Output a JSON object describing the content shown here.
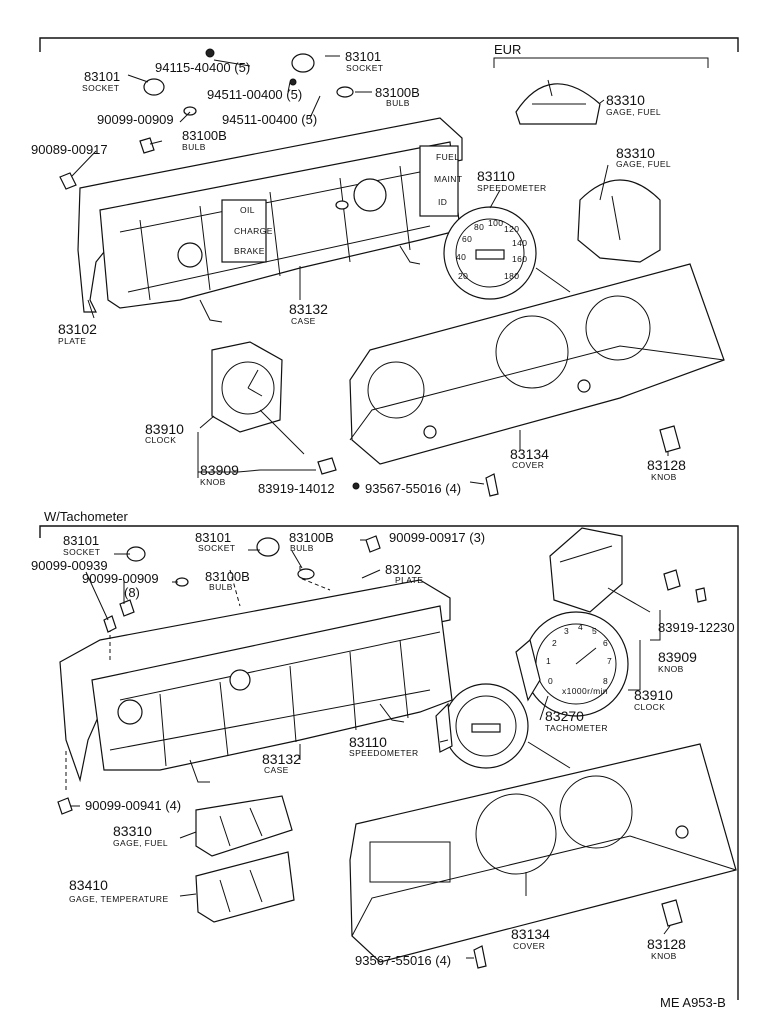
{
  "sections": {
    "top_variant": "EUR",
    "bottom_variant": "W/Tachometer"
  },
  "drawing_id": "ME A953-B",
  "top_parts": [
    {
      "key": "socket_r",
      "number": "83101",
      "caption": "SOCKET"
    },
    {
      "key": "p94115",
      "number": "94115-40400 (5)",
      "caption": ""
    },
    {
      "key": "socket_l",
      "number": "83101",
      "caption": "SOCKET"
    },
    {
      "key": "bulb_r",
      "number": "83100B",
      "caption": "BULB"
    },
    {
      "key": "p94511a",
      "number": "94511-00400 (5)",
      "caption": ""
    },
    {
      "key": "p90099_909",
      "number": "90099-00909",
      "caption": ""
    },
    {
      "key": "p94511b",
      "number": "94511-00400 (5)",
      "caption": ""
    },
    {
      "key": "bulb_l",
      "number": "83100B",
      "caption": "BULB"
    },
    {
      "key": "p90089",
      "number": "90089-00917",
      "caption": ""
    },
    {
      "key": "gage_fuel_eur",
      "number": "83310",
      "caption": "GAGE, FUEL"
    },
    {
      "key": "speedo",
      "number": "83110",
      "caption": "SPEEDOMETER"
    },
    {
      "key": "gage_fuel",
      "number": "83310",
      "caption": "GAGE, FUEL"
    },
    {
      "key": "plate",
      "number": "83102",
      "caption": "PLATE"
    },
    {
      "key": "case",
      "number": "83132",
      "caption": "CASE"
    },
    {
      "key": "clock",
      "number": "83910",
      "caption": "CLOCK"
    },
    {
      "key": "knob",
      "number": "83909",
      "caption": "KNOB"
    },
    {
      "key": "p83919",
      "number": "83919-14012",
      "caption": ""
    },
    {
      "key": "p93567",
      "number": "93567-55016 (4)",
      "caption": ""
    },
    {
      "key": "cover",
      "number": "83134",
      "caption": "COVER"
    },
    {
      "key": "knob2",
      "number": "83128",
      "caption": "KNOB"
    }
  ],
  "bottom_parts": [
    {
      "key": "socket_r",
      "number": "83101",
      "caption": "SOCKET"
    },
    {
      "key": "bulb",
      "number": "83100B",
      "caption": "BULB"
    },
    {
      "key": "p90099_917",
      "number": "90099-00917 (3)",
      "caption": ""
    },
    {
      "key": "socket_l",
      "number": "83101",
      "caption": "SOCKET"
    },
    {
      "key": "p90099_939",
      "number": "90099-00939",
      "caption": ""
    },
    {
      "key": "p90099_909",
      "number": "90099-00909",
      "caption": ""
    },
    {
      "key": "qty8",
      "number": "(8)",
      "caption": ""
    },
    {
      "key": "bulb_l",
      "number": "83100B",
      "caption": "BULB"
    },
    {
      "key": "plate",
      "number": "83102",
      "caption": "PLATE"
    },
    {
      "key": "p83919",
      "number": "83919-12230",
      "caption": ""
    },
    {
      "key": "knob",
      "number": "83909",
      "caption": "KNOB"
    },
    {
      "key": "tacho",
      "number": "83270",
      "caption": "TACHOMETER"
    },
    {
      "key": "clock",
      "number": "83910",
      "caption": "CLOCK"
    },
    {
      "key": "speedo",
      "number": "83110",
      "caption": "SPEEDOMETER"
    },
    {
      "key": "case",
      "number": "83132",
      "caption": "CASE"
    },
    {
      "key": "p90099_941",
      "number": "90099-00941 (4)",
      "caption": ""
    },
    {
      "key": "gage_fuel",
      "number": "83310",
      "caption": "GAGE, FUEL"
    },
    {
      "key": "gage_temp",
      "number": "83410",
      "caption": "GAGE, TEMPERATURE"
    },
    {
      "key": "cover",
      "number": "83134",
      "caption": "COVER"
    },
    {
      "key": "knob2",
      "number": "83128",
      "caption": "KNOB"
    },
    {
      "key": "p93567",
      "number": "93567-55016 (4)",
      "caption": ""
    }
  ],
  "lamp_labels": [
    "FUEL",
    "MAINT",
    "ID",
    "OIL",
    "CHARGE",
    "BRAKE"
  ],
  "speedo_ticks": [
    "20",
    "40",
    "60",
    "80",
    "100",
    "120",
    "140",
    "160",
    "180"
  ],
  "tacho_ticks": [
    "0",
    "1",
    "2",
    "3",
    "4",
    "5",
    "6",
    "7",
    "8"
  ],
  "tacho_unit": "x1000r/min"
}
